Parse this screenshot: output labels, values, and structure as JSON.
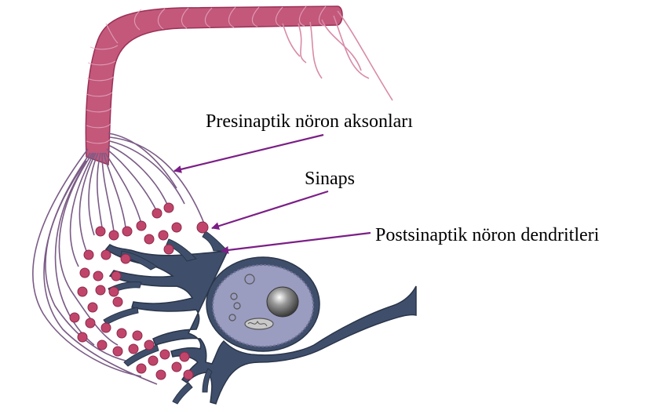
{
  "labels": {
    "presynaptic_axons": "Presinaptik nöron aksonları",
    "synapse": "Sinaps",
    "postsynaptic_dendrites": "Postsinaptik nöron dendritleri"
  },
  "colors": {
    "axon_bundle": "#b5456a",
    "axon_fiber": "#7a5b86",
    "terminal_bulb": "#c1456b",
    "neuron_body": "#3f4f6b",
    "nucleus": "#9a9cc0",
    "nucleolus": "#6e6e6e",
    "arrow": "#7b1f86"
  }
}
